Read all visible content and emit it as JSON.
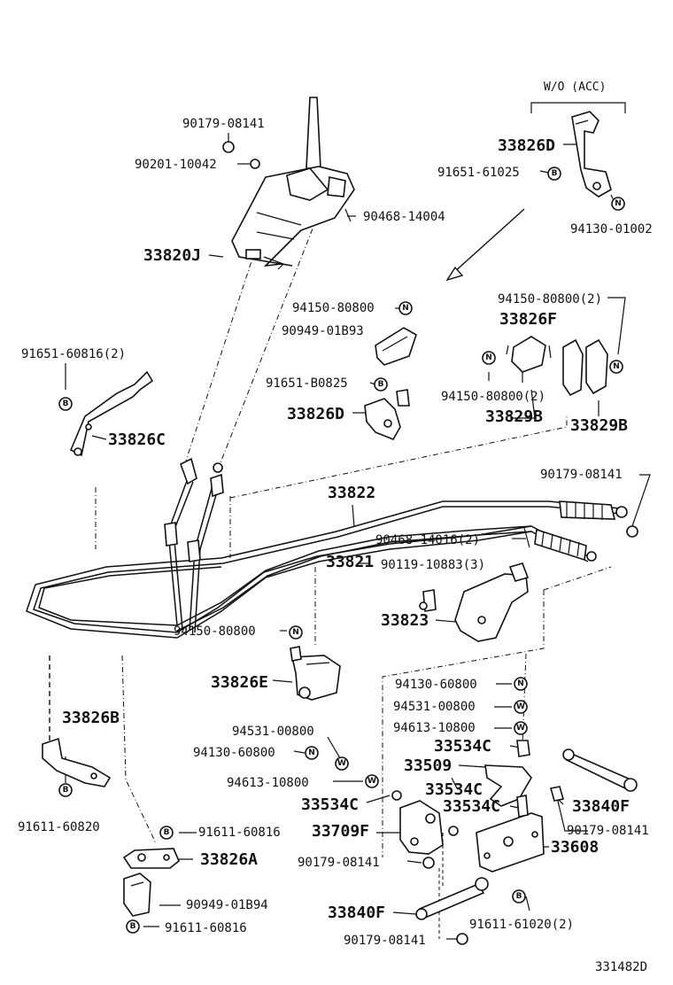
{
  "labels": {
    "header_wo_acc": "W/O (ACC)",
    "p90179_08141_a": "90179-08141",
    "p90201_10042": "90201-10042",
    "p90468_14004": "90468-14004",
    "p33820J": "33820J",
    "p33826D_a": "33826D",
    "p91651_61025": "91651-61025",
    "p94130_01002": "94130-01002",
    "p94150_80800_a": "94150-80800",
    "p90949_01B93": "90949-01B93",
    "p91651_B0825": "91651-B0825",
    "p33826D_b": "33826D",
    "p91651_60816_2": "91651-60816(2)",
    "p33826C": "33826C",
    "p94150_80800_2a": "94150-80800(2)",
    "p33826F": "33826F",
    "p94150_80800_2b": "94150-80800(2)",
    "p33829B_a": "33829B",
    "p33829B_b": "33829B",
    "p90179_08141_b": "90179-08141",
    "p33822": "33822",
    "p90468_14016_2": "90468-14016(2)",
    "p33821": "33821",
    "p90119_10883_3": "90119-10883(3)",
    "p33823": "33823",
    "p94150_80800_b": "94150-80800",
    "p33826E": "33826E",
    "p94130_60800_a": "94130-60800",
    "p94531_00800_a": "94531-00800",
    "p94613_10800_a": "94613-10800",
    "p33534C_a": "33534C",
    "p33509": "33509",
    "p94531_00800_b": "94531-00800",
    "p94130_60800_b": "94130-60800",
    "p94613_10800_b": "94613-10800",
    "p33534C_b": "33534C",
    "p33534C_c": "33534C",
    "p33534C_d": "33534C",
    "p33840F_a": "33840F",
    "p33826B": "33826B",
    "p33709F": "33709F",
    "p90179_08141_c": "90179-08141",
    "p90179_08141_d": "90179-08141",
    "p33608": "33608",
    "p91611_60820": "91611-60820",
    "p91611_60816_a": "91611-60816",
    "p33826A": "33826A",
    "p90949_01B94": "90949-01B94",
    "p91611_60816_b": "91611-60816",
    "p33840F_b": "33840F",
    "p91611_61020_2": "91611-61020(2)",
    "p90179_08141_e": "90179-08141",
    "footer_code": "331482D"
  },
  "markers": {
    "b": "B",
    "n": "N",
    "w": "W"
  }
}
